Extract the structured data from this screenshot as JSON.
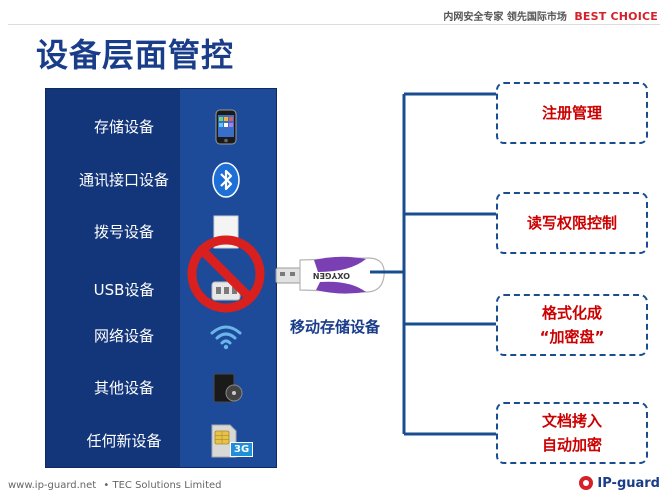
{
  "header": {
    "tagline": "内网安全专家 领先国际市场",
    "brand": "BEST CHOICE"
  },
  "title": "设备层面管控",
  "devices": [
    {
      "label": "存储设备",
      "icon": "phone-icon"
    },
    {
      "label": "通讯接口设备",
      "icon": "bluetooth-icon"
    },
    {
      "label": "拨号设备",
      "icon": "modem-icon"
    },
    {
      "label": "USB设备",
      "icon": "usb-hub-icon"
    },
    {
      "label": "网络设备",
      "icon": "wifi-icon"
    },
    {
      "label": "其他设备",
      "icon": "drive-icon"
    },
    {
      "label": "任何新设备",
      "icon": "sim-card-icon",
      "badge": "3G"
    }
  ],
  "prohibited_icon": "no-entry-icon",
  "center": {
    "label": "移动存储设备",
    "drive_text": "OXYGEN",
    "icon": "usb-drive-icon"
  },
  "features": [
    {
      "lines": [
        "注册管理"
      ]
    },
    {
      "lines": [
        "读写权限控制"
      ]
    },
    {
      "lines": [
        "格式化成",
        "“加密盘”"
      ]
    },
    {
      "lines": [
        "文档拷入",
        "自动加密"
      ]
    }
  ],
  "footer": {
    "url": "www.ip-guard.net",
    "company": "• TEC Solutions Limited",
    "logo": "IP-guard"
  },
  "colors": {
    "title": "#1a3d8a",
    "panel": "#13367b",
    "connector": "#1a4d8f",
    "feature_text": "#cc0000",
    "brand": "#d5202a"
  }
}
